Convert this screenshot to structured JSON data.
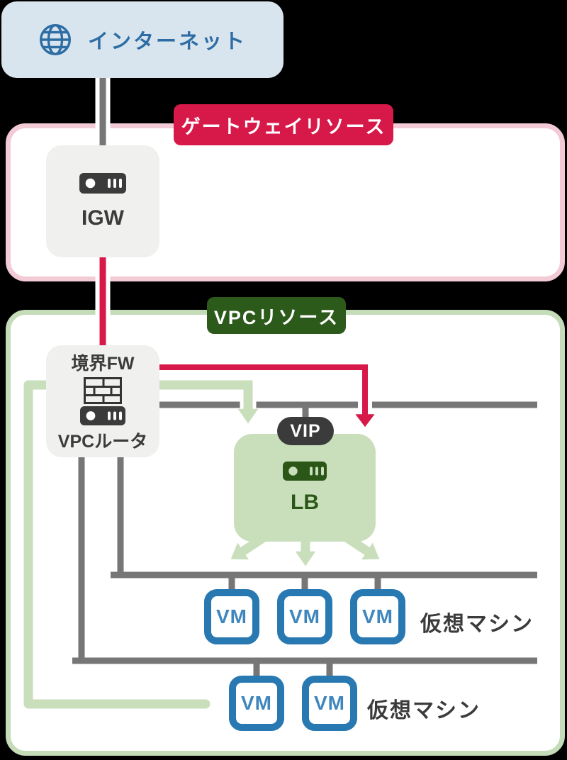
{
  "internet": {
    "label": "インターネット"
  },
  "gateway_section": {
    "label": "ゲートウェイリソース"
  },
  "vpc_section": {
    "label": "VPCリソース"
  },
  "igw": {
    "label": "IGW"
  },
  "fw": {
    "top_label": "境界FW",
    "bottom_label": "VPCルータ"
  },
  "vip": {
    "label": "VIP"
  },
  "lb": {
    "label": "LB"
  },
  "vm_row1": {
    "vms": [
      "VM",
      "VM",
      "VM"
    ],
    "caption": "仮想マシン"
  },
  "vm_row2": {
    "vms": [
      "VM",
      "VM"
    ],
    "caption": "仮想マシン"
  },
  "colors": {
    "background": "#000000",
    "internet_box": "#d8e5ef",
    "internet_blue": "#2e6da4",
    "gateway_accent": "#d7194a",
    "gateway_border": "#f3cbd6",
    "vpc_accent": "#2c5a1b",
    "vpc_border": "#c5dcb8",
    "light_green": "#c9dfbc",
    "line_gray": "#767676",
    "dark_gray": "#3b3b3b",
    "vm_blue": "#2878b2"
  }
}
